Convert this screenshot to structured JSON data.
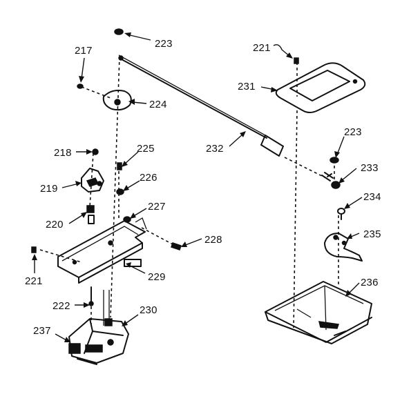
{
  "diagram": {
    "labels": {
      "l217": "217",
      "l218": "218",
      "l219": "219",
      "l220": "220",
      "l221a": "221",
      "l221b": "221",
      "l222": "222",
      "l223a": "223",
      "l223b": "223",
      "l224": "224",
      "l225": "225",
      "l226": "226",
      "l227": "227",
      "l228": "228",
      "l229": "229",
      "l230": "230",
      "l231": "231",
      "l232": "232",
      "l233": "233",
      "l234": "234",
      "l235": "235",
      "l236": "236",
      "l237": "237"
    }
  }
}
